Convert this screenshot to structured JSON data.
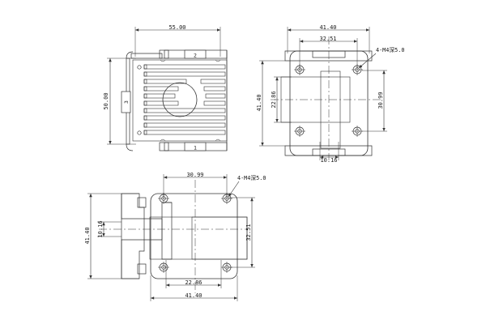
{
  "drawing": {
    "title": "mechanical-part-3-view-drawing",
    "background_color": "#ffffff",
    "line_color": "#333333",
    "dimension_color": "#333333",
    "text_color": "#1a1a1a"
  },
  "views": {
    "top_left": {
      "name": "heatsink-top-view",
      "dimensions": {
        "width": "55.00",
        "height": "50.00"
      },
      "callouts": [
        {
          "id": "callout-1",
          "label": "1"
        },
        {
          "id": "callout-2",
          "label": "2"
        },
        {
          "id": "callout-3",
          "label": "3"
        }
      ]
    },
    "top_right": {
      "name": "front-view",
      "dimensions": {
        "overall_width": "41.40",
        "hole_span_horizontal": "32.51",
        "overall_height_left": "41.40",
        "inner_height": "22.86",
        "hole_span_vertical": "30.99",
        "bottom_feature": "10.16"
      },
      "annotation": "4-M4深5.0"
    },
    "bottom": {
      "name": "side-view",
      "dimensions": {
        "hole_span_horizontal": "30.99",
        "overall_height_left": "41.40",
        "shaft_diameter": "10.16",
        "hole_span_vertical": "32.51",
        "inner_width": "22.86",
        "overall_width": "41.40"
      },
      "annotation": "4-M4深5.0"
    }
  }
}
